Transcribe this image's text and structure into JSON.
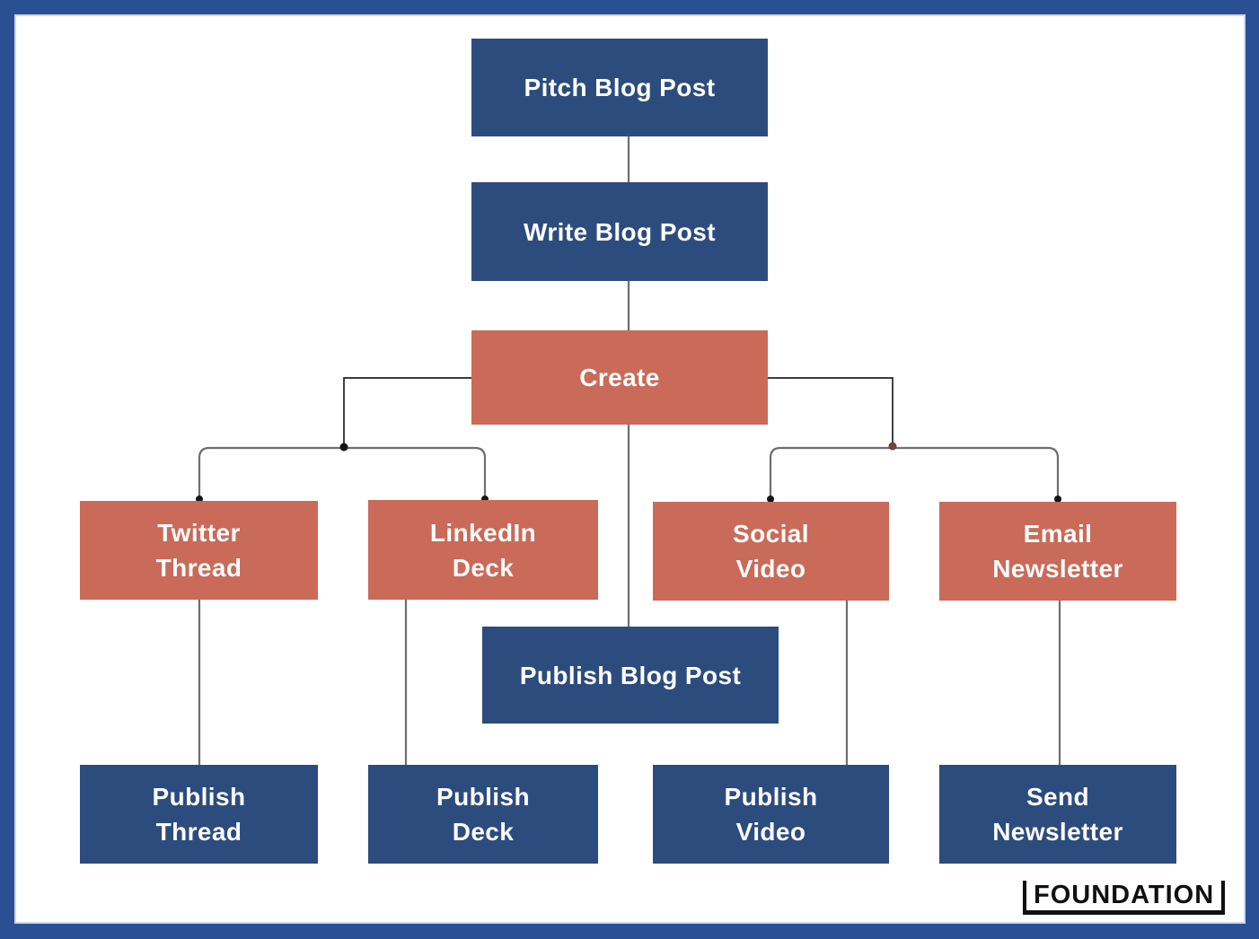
{
  "colors": {
    "frame_blue": "#2b4f93",
    "box_blue": "#2c4c7e",
    "box_coral": "#ca6a58",
    "text_white": "#fdfdfd",
    "connector_gray": "#6e6e6e",
    "connector_dark": "#222222",
    "dot_black": "#151515",
    "dot_maroon": "#6e443c",
    "logo_black": "#101010"
  },
  "nodes": {
    "pitch": {
      "lines": [
        "Pitch Blog Post"
      ],
      "color": "blue"
    },
    "write": {
      "lines": [
        "Write Blog Post"
      ],
      "color": "blue"
    },
    "create": {
      "lines": [
        "Create"
      ],
      "color": "coral"
    },
    "twitter": {
      "lines": [
        "Twitter",
        "Thread"
      ],
      "color": "coral"
    },
    "linkedin": {
      "lines": [
        "LinkedIn",
        "Deck"
      ],
      "color": "coral"
    },
    "social": {
      "lines": [
        "Social",
        "Video"
      ],
      "color": "coral"
    },
    "email": {
      "lines": [
        "Email",
        "Newsletter"
      ],
      "color": "coral"
    },
    "publish_blog": {
      "lines": [
        "Publish Blog Post"
      ],
      "color": "blue"
    },
    "publish_thread": {
      "lines": [
        "Publish",
        "Thread"
      ],
      "color": "blue"
    },
    "publish_deck": {
      "lines": [
        "Publish",
        "Deck"
      ],
      "color": "blue"
    },
    "publish_video": {
      "lines": [
        "Publish",
        "Video"
      ],
      "color": "blue"
    },
    "send_newsletter": {
      "lines": [
        "Send",
        "Newsletter"
      ],
      "color": "blue"
    }
  },
  "edges": [
    {
      "from": "pitch",
      "to": "write"
    },
    {
      "from": "write",
      "to": "create"
    },
    {
      "from": "create",
      "to": "twitter"
    },
    {
      "from": "create",
      "to": "linkedin"
    },
    {
      "from": "create",
      "to": "social"
    },
    {
      "from": "create",
      "to": "email"
    },
    {
      "from": "create",
      "to": "publish_blog"
    },
    {
      "from": "twitter",
      "to": "publish_thread"
    },
    {
      "from": "linkedin",
      "to": "publish_deck"
    },
    {
      "from": "social",
      "to": "publish_video"
    },
    {
      "from": "email",
      "to": "send_newsletter"
    }
  ],
  "logo": {
    "text": "FOUNDATION"
  }
}
